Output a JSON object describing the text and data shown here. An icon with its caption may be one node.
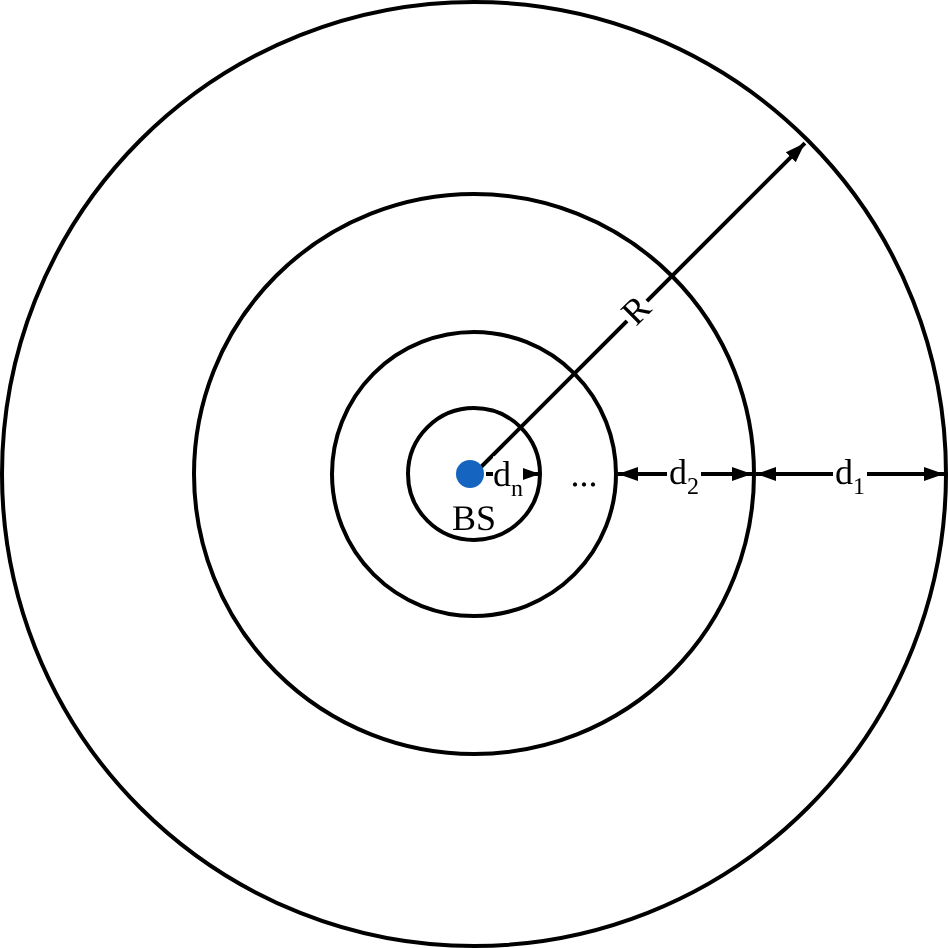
{
  "diagram": {
    "labels": [
      "R",
      "d$_{n}$",
      "...",
      "d$_{2}$",
      "d$_{1}$",
      "BS"
    ]
  }
}
